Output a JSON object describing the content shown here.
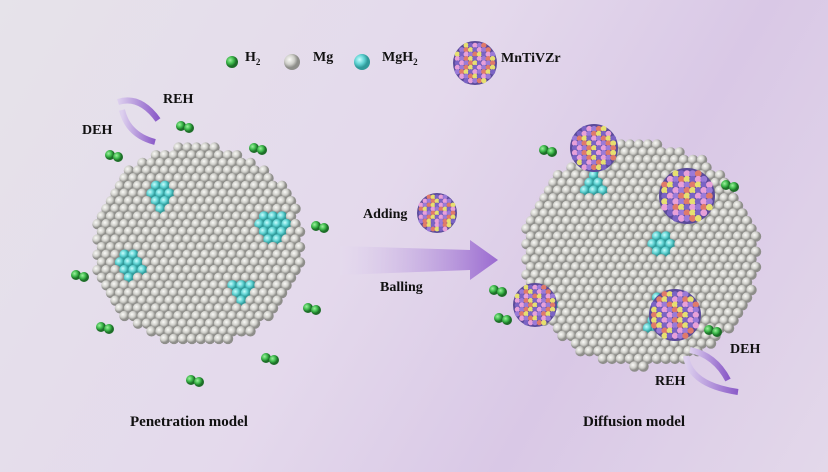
{
  "legend": {
    "h2": "H",
    "h2_sub": "2",
    "mg": "Mg",
    "mgh2": "MgH",
    "mgh2_sub": "2",
    "alloy": "MnTiVZr"
  },
  "left": {
    "reh": "REH",
    "deh": "DEH",
    "caption": "Penetration model"
  },
  "middle": {
    "adding": "Adding",
    "balling": "Balling"
  },
  "right": {
    "deh": "DEH",
    "reh": "REH",
    "caption": "Diffusion model"
  },
  "colors": {
    "h2": "#3cb94a",
    "mg": "#c8c8c4",
    "mgh2": "#5fd2d2",
    "alloy": [
      "#7a63c4",
      "#e07a6a",
      "#e8a0d8",
      "#e6e070",
      "#9a7ad8"
    ],
    "arrow": "#a07ad0"
  }
}
